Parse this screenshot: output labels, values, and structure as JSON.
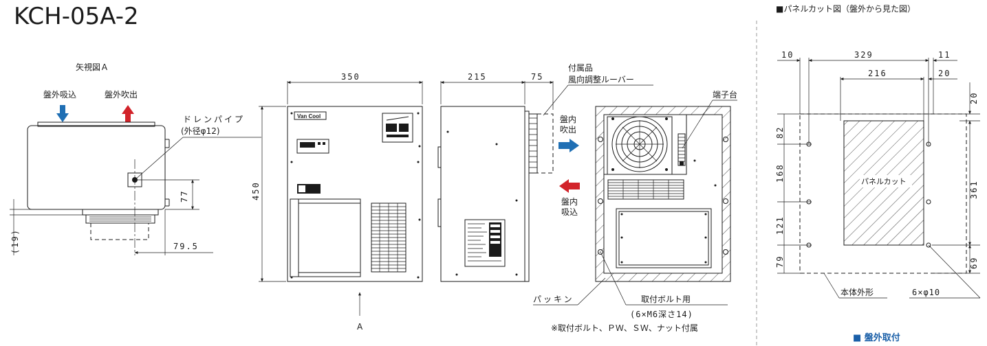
{
  "title": "KCH-05A-2",
  "panel_cut_heading": "■パネルカット図（盤外から見た図）",
  "view_a_title": "矢視図Ａ",
  "intake_outside": "盤外吸込",
  "exhaust_outside": "盤外吹出",
  "drain_pipe": "ドレンパイプ",
  "drain_pipe_dia": "(外径φ12)",
  "dim_77": "77",
  "dim_79_5": "79.5",
  "dim_19": "(19)",
  "dim_350": "350",
  "dim_450": "450",
  "dim_215": "215",
  "dim_75": "75",
  "accessory": "付属品",
  "louver": "風向調整ルーバー",
  "inside_exhaust_1": "盤内",
  "inside_exhaust_2": "吹出",
  "inside_intake_1": "盤内",
  "inside_intake_2": "吸込",
  "terminal_block": "端子台",
  "brand": "Van Cool",
  "arrow_a": "A",
  "packing": "パッキン",
  "mounting_bolt": "取付ボルト用",
  "bolt_spec": "(6×M6深さ14)",
  "bolt_note": "※取付ボルト、ＰＷ、ＳＷ、ナット付属",
  "cut_dim_10": "10",
  "cut_dim_329": "329",
  "cut_dim_11": "11",
  "cut_dim_216": "216",
  "cut_dim_20r": "20",
  "cut_dim_20": "20",
  "cut_dim_82": "82",
  "cut_dim_168": "168",
  "cut_dim_121": "121",
  "cut_dim_79": "79",
  "cut_dim_361": "361",
  "cut_dim_69": "69",
  "panel_cut": "パネルカット",
  "body_outline": "本体外形",
  "holes": "6×φ10",
  "mount_type": "■ 盤外取付",
  "accent_color": "#1a5fa8",
  "exhaust_color": "#d2232a"
}
